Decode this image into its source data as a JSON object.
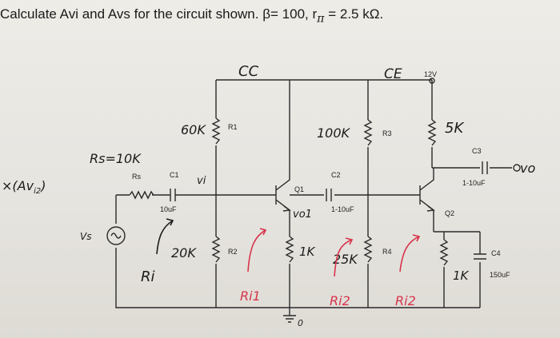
{
  "problem": {
    "statement": "Calculate Avi and Avs for the circuit shown.",
    "beta": "β= 100,",
    "rpi": "r",
    "rpi_sub": "π",
    "rpi_val": "= 2.5 kΩ."
  },
  "annotations": {
    "cc": "CC",
    "ce": "CE",
    "rs_hand": "Rs=10K",
    "r1_hand": "60K",
    "r2_hand": "20K",
    "r3_hand": "100K",
    "r4_hand": "25K",
    "c3_hand": "5K",
    "ie_hand": "1K",
    "c4_hand": "1K",
    "avi_hand": "×(Av",
    "avi_sub": "i2",
    "vi": "vi",
    "vo1": "vo1",
    "vo": "vo",
    "vs": "Vs",
    "ri": "Ri",
    "ri1": "Ri1",
    "ri2": "Ri2",
    "ri2b": "Ri2",
    "zero": "0"
  },
  "labels": {
    "rs": "Rs",
    "c1": "C1",
    "c1_val": "10uF",
    "r1": "R1",
    "r2": "R2",
    "q1": "Q1",
    "c2": "C2",
    "c2_val": "1-10uF",
    "r3": "R3",
    "r4": "R4",
    "q2": "Q2",
    "c3": "C3",
    "c3_val": "1-10uF",
    "c4": "C4",
    "c4_val": "150uF",
    "vcc": "12V"
  },
  "colors": {
    "ink": "#1c1c1c",
    "red": "#d8334a",
    "wire": "#2a2a2a"
  }
}
